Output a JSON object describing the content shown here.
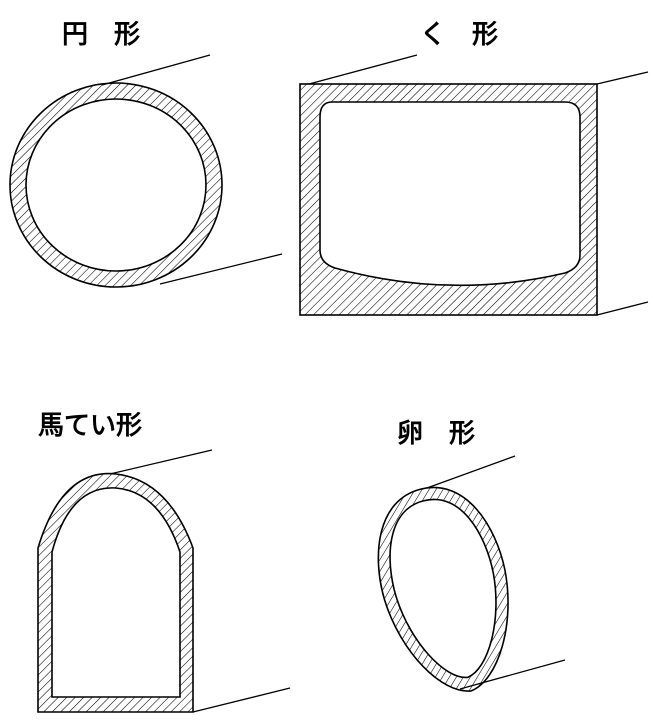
{
  "labels": {
    "circle": "円　形",
    "rectangle": "く　形",
    "horseshoe": "馬てい形",
    "egg": "卵　形"
  },
  "colors": {
    "line": "#000000",
    "background": "#ffffff"
  }
}
